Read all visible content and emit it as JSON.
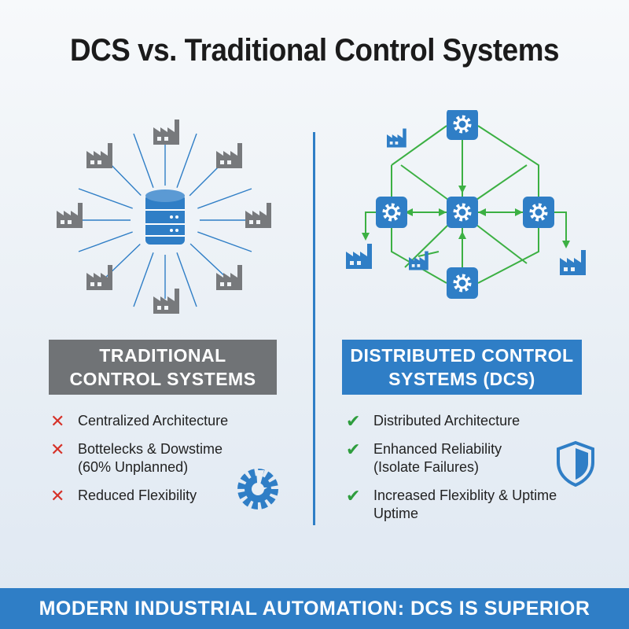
{
  "title": "DCS vs. Traditional Control Systems",
  "traditional": {
    "heading_line1": "TRADITIONAL",
    "heading_line2": "CONTROL SYSTEMS",
    "items": [
      {
        "text": "Centralized Architecture",
        "icon": "x-icon"
      },
      {
        "text": "Bottelecks & Dowstime",
        "text2": "(60% Unplanned)",
        "icon": "x-icon"
      },
      {
        "text": "Reduced Flexibility",
        "icon": "x-icon"
      }
    ],
    "center_icon": "database-server-icon",
    "node_icon": "factory-icon",
    "badge_icon": "broken-gear-icon"
  },
  "dcs": {
    "heading_line1": "DISTRIBUTED CONTROL",
    "heading_line2": "SYSTEMS (DCS)",
    "items": [
      {
        "text": "Distributed Architecture",
        "icon": "check-icon"
      },
      {
        "text": "Enhanced Reliability",
        "text2": "(Isolate Failures)",
        "icon": "check-icon"
      },
      {
        "text": "Increased Flexiblity & Uptime",
        "text2": "Uptime",
        "icon": "check-icon"
      }
    ],
    "node_icon": "gear-icon",
    "badge_icon": "shield-icon"
  },
  "footer": "MODERN INDUSTRIAL AUTOMATION: DCS IS SUPERIOR",
  "colors": {
    "blue": "#2f7ec6",
    "gray": "#707376",
    "green": "#3cb043",
    "red": "#d63128"
  }
}
